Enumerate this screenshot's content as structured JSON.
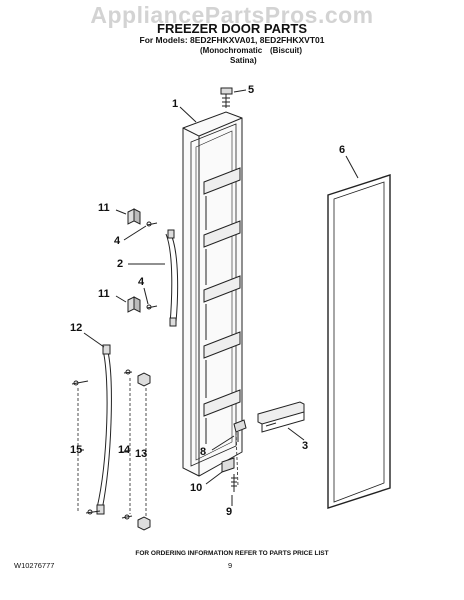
{
  "watermark": "AppliancePartsPros.com",
  "header": {
    "title": "FREEZER DOOR PARTS",
    "models": "For Models: 8ED2FHKXVA01, 8ED2FHKXVT01",
    "variant_1": "(Monochromatic",
    "variant_2": "(Biscuit)",
    "variant_3": "Satina)"
  },
  "callouts": {
    "c1": "1",
    "c2": "2",
    "c3": "3",
    "c4a": "4",
    "c4b": "4",
    "c5": "5",
    "c6": "6",
    "c8": "8",
    "c9": "9",
    "c10": "10",
    "c11a": "11",
    "c11b": "11",
    "c12": "12",
    "c13": "13",
    "c14": "14",
    "c15": "15"
  },
  "footer": {
    "note": "FOR ORDERING INFORMATION REFER TO PARTS PRICE LIST",
    "doc_id": "W10276777",
    "page": "9"
  },
  "colors": {
    "line": "#222222",
    "watermark": "#afafaf"
  }
}
